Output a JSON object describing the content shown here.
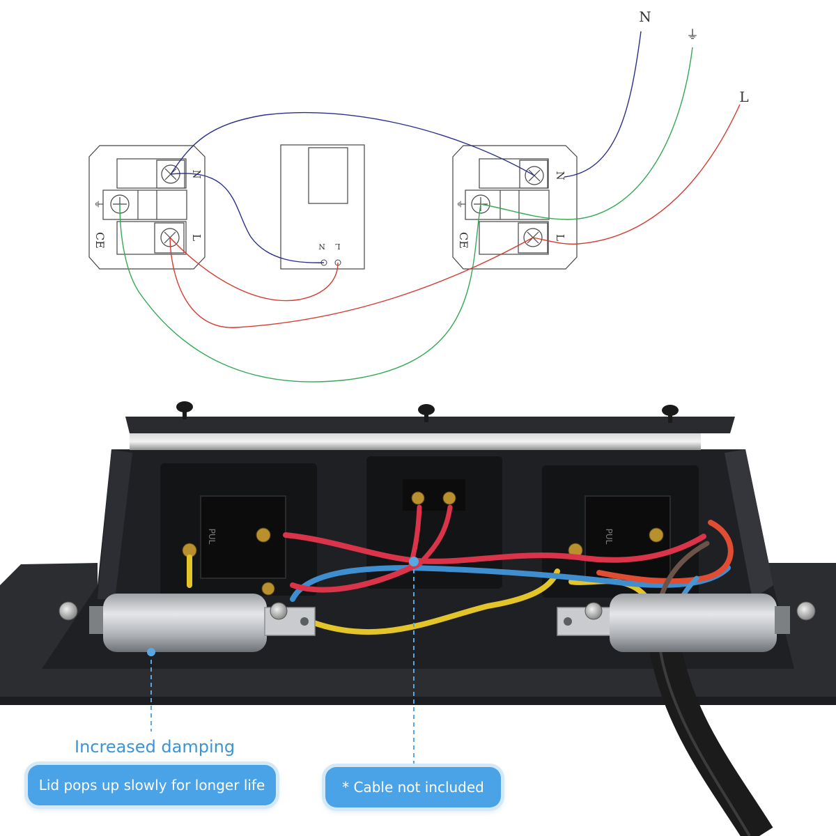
{
  "diagram": {
    "supply_labels": {
      "neutral": "N",
      "ground": "⏚",
      "live": "L"
    },
    "left_socket": {
      "neutral": "N",
      "live": "L",
      "ground_symbol": "⏚",
      "mark": "CE"
    },
    "middle_module": {
      "neutral": "N",
      "live": "L"
    },
    "right_socket": {
      "neutral": "N",
      "live": "L",
      "ground_symbol": "⏚",
      "mark": "CE"
    },
    "wire_colors": {
      "neutral": "#2b2f8c",
      "ground": "#34a853",
      "live": "#d63a2f"
    }
  },
  "photo": {
    "terminal_labels": {
      "left": "PUL",
      "right": "PUL"
    }
  },
  "callouts": {
    "damping_title": "Increased damping",
    "lid_note": "Lid pops up slowly for longer life",
    "cable_note": "* Cable not included",
    "accent": "#4aa3e6"
  }
}
